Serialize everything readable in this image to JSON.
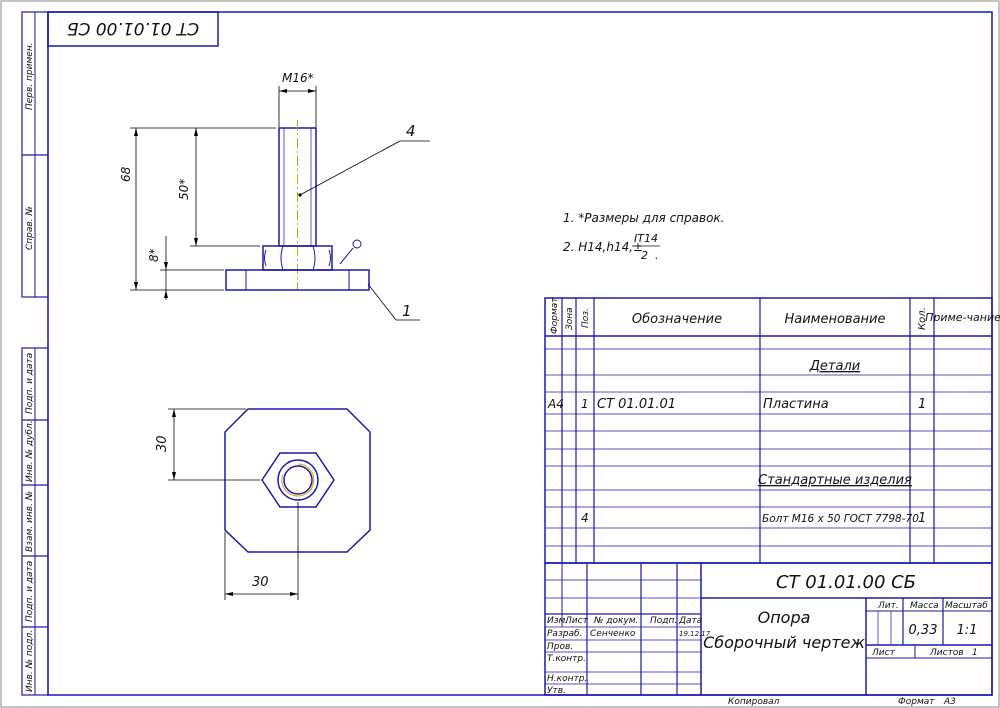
{
  "stamp_code": "СТ 01.01.00 СБ",
  "side_labels": [
    "Перв. примен.",
    "Справ. №",
    "Подп. и дата",
    "Инв. № дубл.",
    "Взам. инв. №",
    "Подп. и дата",
    "Инв. № подл."
  ],
  "dimensions": {
    "m16": "M16*",
    "d68": "68",
    "d50": "50*",
    "d8": "8*",
    "d30v": "30",
    "d30h": "30",
    "leader4": "4",
    "leader1": "1"
  },
  "notes": {
    "line1": "1. *Размеры для справок.",
    "line2_prefix": "2. H14,h14,±",
    "line2_num": "IT14",
    "line2_den": "2",
    "line2_suffix": "."
  },
  "spec": {
    "headers": {
      "format": "Формат",
      "zone": "Зона",
      "pos": "Поз.",
      "designation": "Обозначение",
      "name": "Наименование",
      "qty": "Кол.",
      "note": "Приме-чание"
    },
    "section_details": "Детали",
    "row1": {
      "format": "А4",
      "pos": "1",
      "designation": "СТ 01.01.01",
      "name": "Пластина",
      "qty": "1"
    },
    "section_standard": "Стандартные изделия",
    "row2": {
      "pos": "4",
      "name": "Болт М16 х 50 ГОСТ 7798-70",
      "qty": "1"
    }
  },
  "title_block": {
    "doc_code": "СТ 01.01.00 СБ",
    "title_line1": "Опора",
    "title_line2": "Сборочный чертеж",
    "col_izm": "Изм.",
    "col_list": "Лист",
    "col_ndoc": "№ докум.",
    "col_podp": "Подп.",
    "col_data": "Дата",
    "role_razrab": "Разраб.",
    "razrab_name": "Сенченко",
    "razrab_date": "19.12.17",
    "role_prov": "Пров.",
    "role_tkontr": "Т.контр.",
    "role_nkontr": "Н.контр.",
    "role_utv": "Утв.",
    "lit_label": "Лит.",
    "mass_label": "Масса",
    "scale_label": "Масштаб",
    "mass_value": "0,33",
    "scale_value": "1:1",
    "sheet_label": "Лист",
    "sheets_label": "Листов",
    "sheets_value": "1"
  },
  "footer": {
    "copied": "Копировал",
    "format_label": "Формат",
    "format_value": "А3"
  }
}
